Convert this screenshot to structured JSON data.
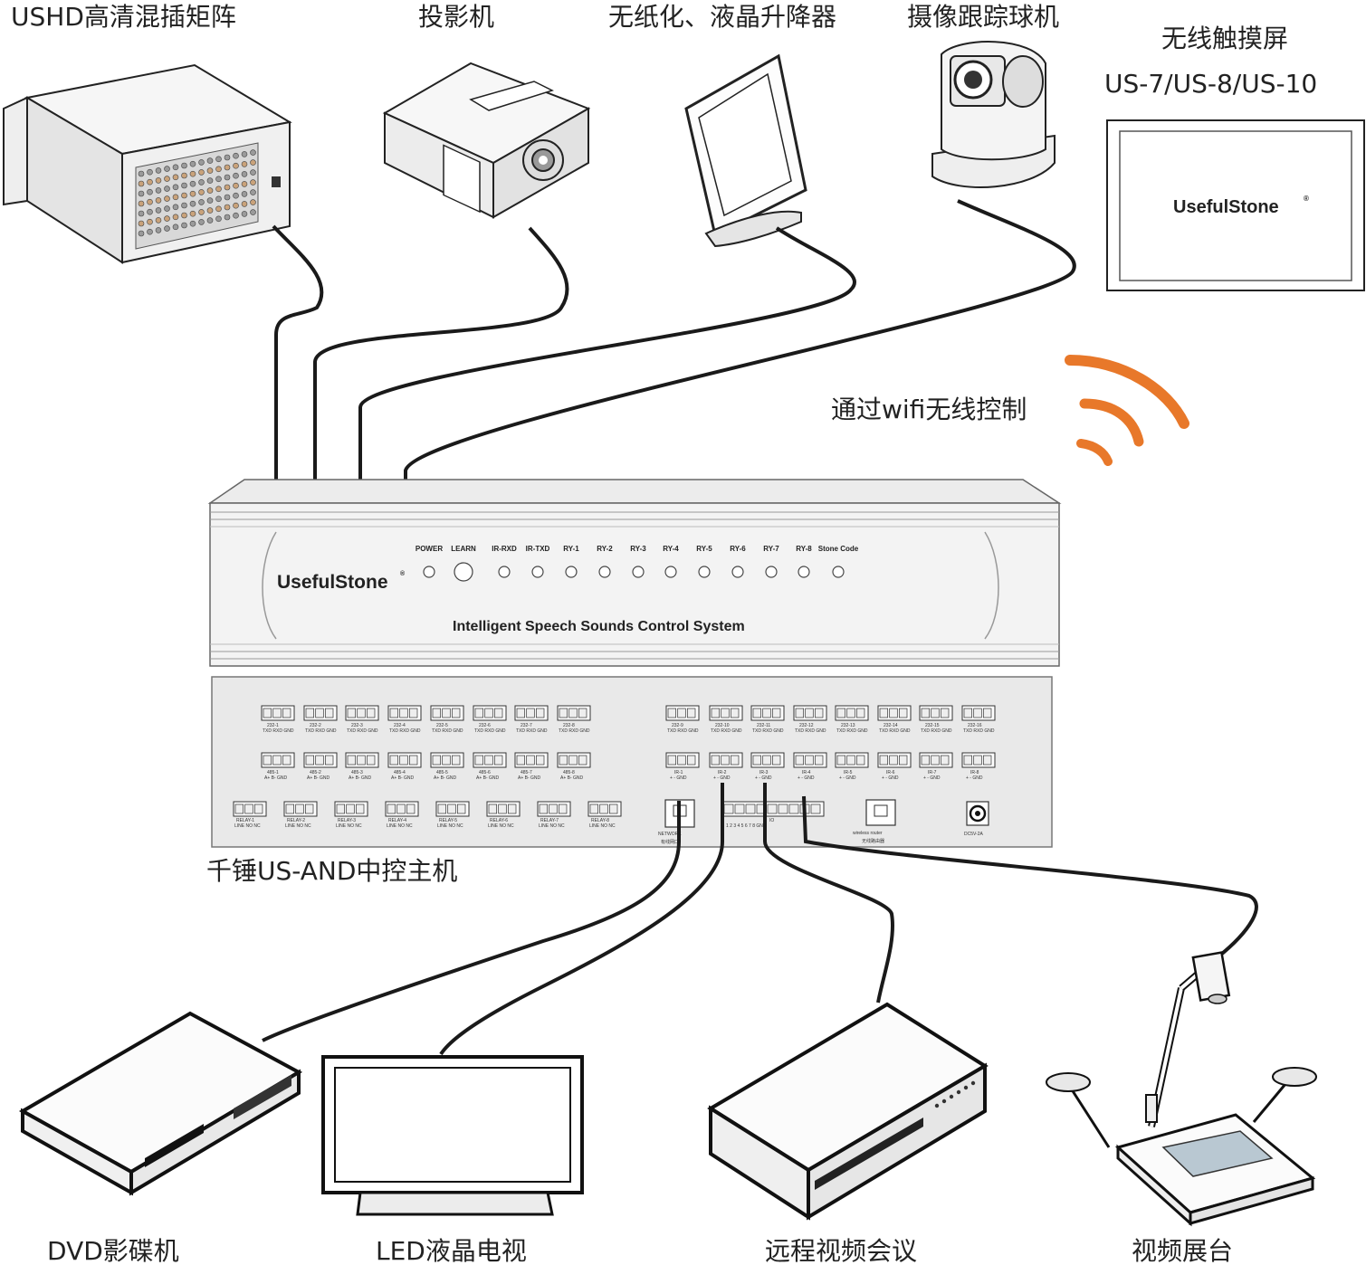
{
  "devices_top": {
    "matrix": "USHD高清混插矩阵",
    "projector": "投影机",
    "lift": "无纸化、液晶升降器",
    "camera": "摄像跟踪球机",
    "touch_title": "无线触摸屏",
    "touch_models": "US-7/US-8/US-10",
    "touch_brand": "UsefulStone"
  },
  "wifi_label": "通过wifi无线控制",
  "controller": {
    "name": "千锤US-AND中控主机",
    "brand": "UsefulStone",
    "system_name": "Intelligent Speech Sounds Control System",
    "front_labels": [
      "POWER",
      "LEARN",
      "IR-RXD",
      "IR-TXD",
      "RY-1",
      "RY-2",
      "RY-3",
      "RY-4",
      "RY-5",
      "RY-6",
      "RY-7",
      "RY-8",
      "Stone Code"
    ],
    "rs232_ports": [
      "232-1",
      "232-2",
      "232-3",
      "232-4",
      "232-5",
      "232-6",
      "232-7",
      "232-8",
      "232-9",
      "232-10",
      "232-11",
      "232-12",
      "232-13",
      "232-14",
      "232-15",
      "232-16"
    ],
    "rs232_pins": "TXD RXD GND",
    "rs485_ports": [
      "485-1",
      "485-2",
      "485-3",
      "485-4",
      "485-5",
      "485-6",
      "485-7",
      "485-8"
    ],
    "rs485_pins": "A+  B-  GND",
    "ir_ports": [
      "IR-1",
      "IR-2",
      "IR-3",
      "IR-4",
      "IR-5",
      "IR-6",
      "IR-7",
      "IR-8"
    ],
    "ir_pins": "+   -   GND",
    "relay_ports": [
      "RELAY-1",
      "RELAY-2",
      "RELAY-3",
      "RELAY-4",
      "RELAY-5",
      "RELAY-6",
      "RELAY-7",
      "RELAY-8"
    ],
    "relay_pins": "LINE  NO  NC",
    "io_label": "IO",
    "io_pins": "1  2  3  4  5  6  7  8  GND",
    "network_en": "NETWORK",
    "network_cn": "有线网口",
    "router_en": "wireless router",
    "router_cn": "无线路由器",
    "power": "DC5V-2A"
  },
  "devices_bottom": {
    "dvd": "DVD影碟机",
    "led_tv": "LED液晶电视",
    "video_conf": "远程视频会议",
    "visualizer": "视频展台"
  },
  "colors": {
    "wifi": "#e8782a",
    "line": "#1a1a1a",
    "device": "#f2f2f2"
  }
}
